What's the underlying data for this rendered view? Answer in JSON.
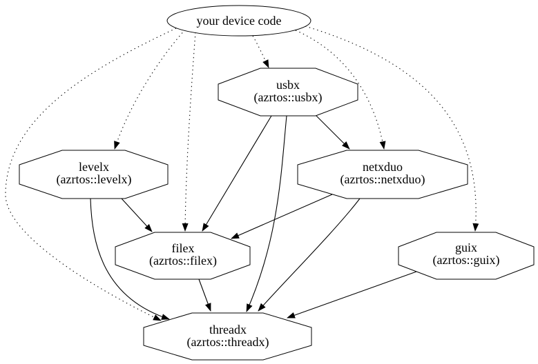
{
  "diagram": {
    "colors": {
      "background": "#ffffff",
      "line": "#000000",
      "text": "#000000"
    },
    "nodes": [
      {
        "id": "device",
        "label": "your device code",
        "sublabel": "",
        "shape": "ellipse"
      },
      {
        "id": "usbx",
        "label": "usbx",
        "sublabel": "(azrtos::usbx)",
        "shape": "octagon"
      },
      {
        "id": "levelx",
        "label": "levelx",
        "sublabel": "(azrtos::levelx)",
        "shape": "octagon"
      },
      {
        "id": "netxduo",
        "label": "netxduo",
        "sublabel": "(azrtos::netxduo)",
        "shape": "octagon"
      },
      {
        "id": "filex",
        "label": "filex",
        "sublabel": "(azrtos::filex)",
        "shape": "octagon"
      },
      {
        "id": "guix",
        "label": "guix",
        "sublabel": "(azrtos::guix)",
        "shape": "octagon"
      },
      {
        "id": "threadx",
        "label": "threadx",
        "sublabel": "(azrtos::threadx)",
        "shape": "octagon"
      }
    ],
    "edges": [
      {
        "from": "device",
        "to": "usbx",
        "style": "dotted"
      },
      {
        "from": "device",
        "to": "levelx",
        "style": "dotted"
      },
      {
        "from": "device",
        "to": "netxduo",
        "style": "dotted"
      },
      {
        "from": "device",
        "to": "filex",
        "style": "dotted"
      },
      {
        "from": "device",
        "to": "guix",
        "style": "dotted"
      },
      {
        "from": "device",
        "to": "threadx",
        "style": "dotted"
      },
      {
        "from": "usbx",
        "to": "netxduo",
        "style": "solid"
      },
      {
        "from": "usbx",
        "to": "filex",
        "style": "solid"
      },
      {
        "from": "usbx",
        "to": "threadx",
        "style": "solid"
      },
      {
        "from": "levelx",
        "to": "filex",
        "style": "solid"
      },
      {
        "from": "levelx",
        "to": "threadx",
        "style": "solid"
      },
      {
        "from": "netxduo",
        "to": "filex",
        "style": "solid"
      },
      {
        "from": "netxduo",
        "to": "threadx",
        "style": "solid"
      },
      {
        "from": "filex",
        "to": "threadx",
        "style": "solid"
      },
      {
        "from": "guix",
        "to": "threadx",
        "style": "solid"
      }
    ]
  }
}
